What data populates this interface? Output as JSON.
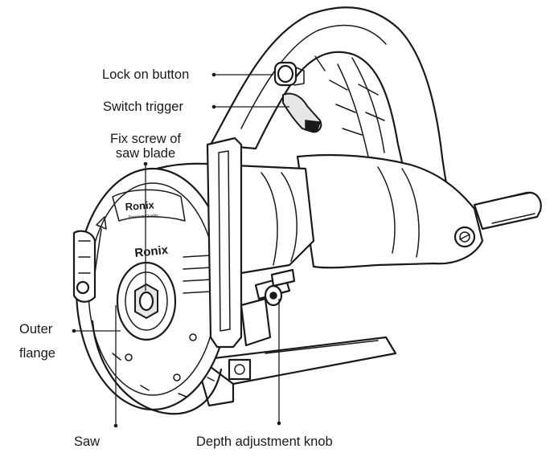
{
  "labels": {
    "lock_on_button": "Lock on button",
    "switch_trigger": "Switch trigger",
    "fix_screw_line1": "Fix screw of",
    "fix_screw_line2": "saw blade",
    "outer_flange_line1": "Outer",
    "outer_flange_line2": "flange",
    "saw": "Saw",
    "depth_adjustment_knob": "Depth adjustment knob"
  },
  "brand": {
    "logo_text": "Ronix",
    "logo_subtext": "Premium Quality"
  }
}
